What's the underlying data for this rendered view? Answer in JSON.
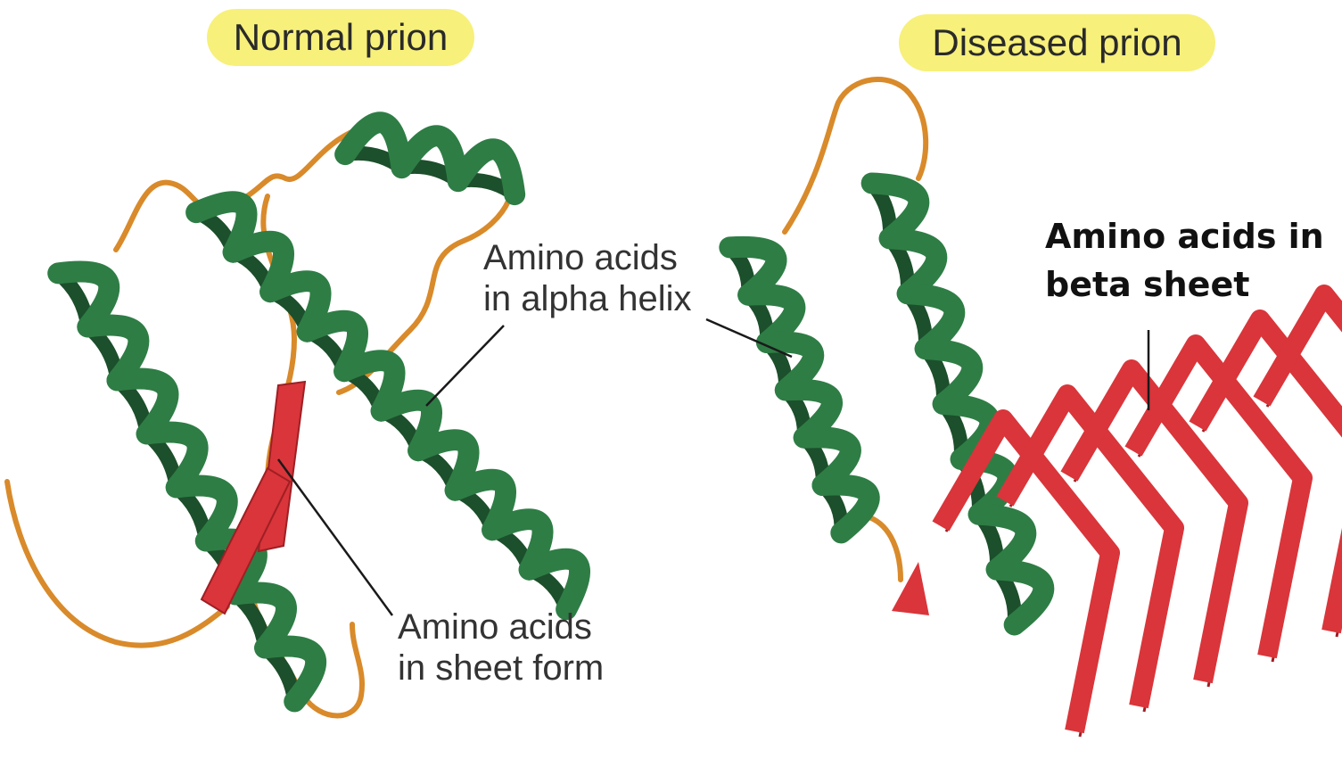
{
  "colors": {
    "helix": "#2e7d45",
    "helix_dark": "#1c4f2b",
    "sheet": "#d9353a",
    "sheet_dark": "#9e1f24",
    "loop": "#d98a2a",
    "pill": "#f7f07a",
    "leader": "#1a1a1a"
  },
  "panels": {
    "normal": {
      "title": "Normal prion",
      "helix_label": [
        "Amino acids",
        "in alpha helix"
      ],
      "sheet_label": [
        "Amino acids",
        "in sheet form"
      ]
    },
    "diseased": {
      "title": "Diseased prion",
      "beta_label": [
        "Amino acids in",
        "beta sheet"
      ]
    }
  },
  "icons": {
    "normal_structure": "protein-ribbon-alpha-icon",
    "diseased_structure": "protein-ribbon-beta-icon"
  }
}
